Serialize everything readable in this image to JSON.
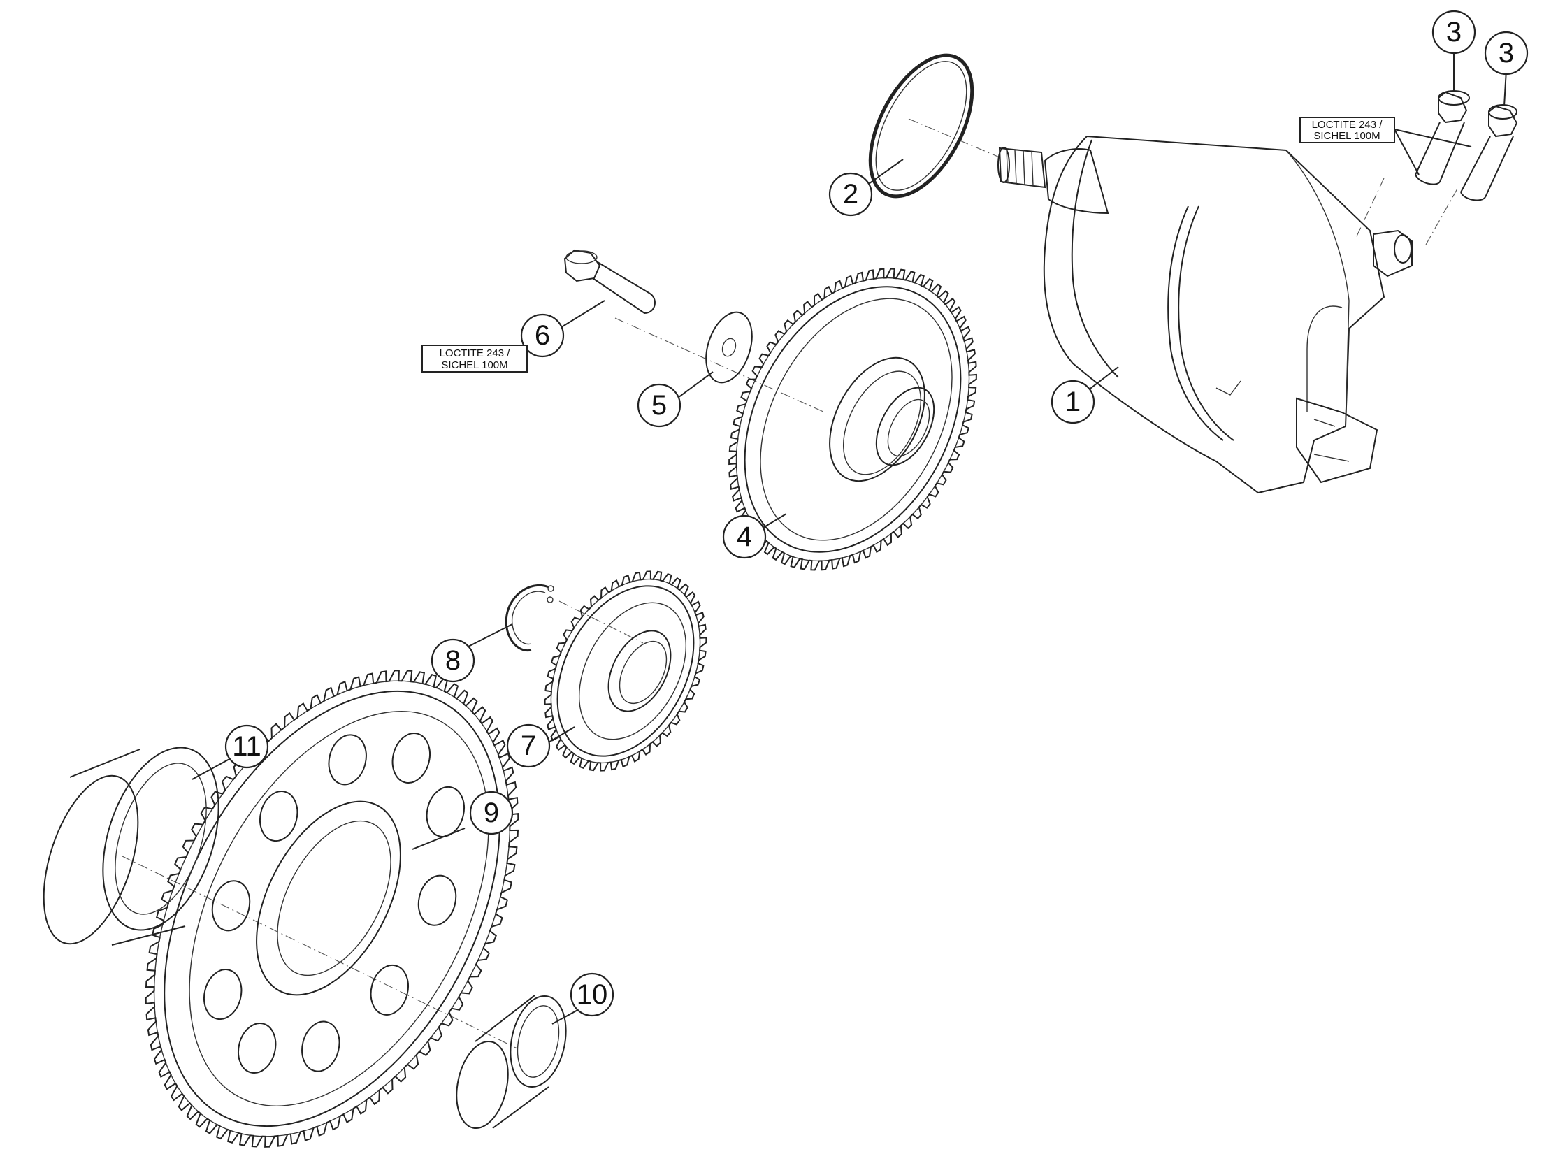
{
  "callouts": {
    "c1": "1",
    "c2": "2",
    "c3a": "3",
    "c3b": "3",
    "c4": "4",
    "c5": "5",
    "c6": "6",
    "c7": "7",
    "c8": "8",
    "c9": "9",
    "c10": "10",
    "c11": "11"
  },
  "notes": {
    "note_bolt_line1": "LOCTITE 243 /",
    "note_bolt_line2": "SICHEL 100M",
    "note_mount_line1": "LOCTITE 243 /",
    "note_mount_line2": "SICHEL 100M"
  }
}
